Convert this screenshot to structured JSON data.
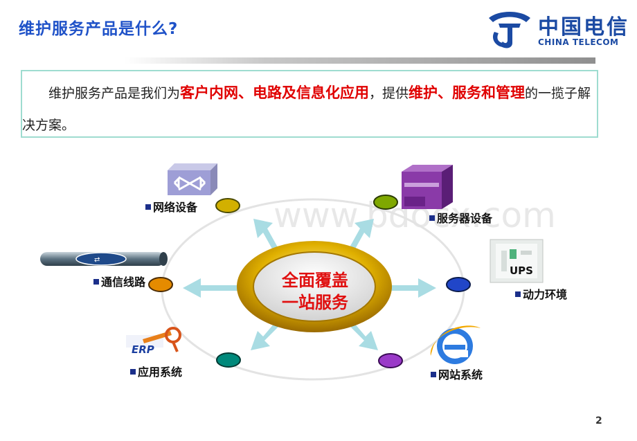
{
  "slide": {
    "title": "维护服务产品是什么?",
    "page_number": "2",
    "watermark": "www.bdocx.com"
  },
  "logo": {
    "name_cn": "中国电信",
    "name_en": "CHINA TELECOM"
  },
  "definition": {
    "part1": "维护服务产品是我们为",
    "highlight1": "客户内网、电路及信息化应用",
    "part2": "，提供",
    "highlight2": "维护、服务和管理",
    "part3": "的一揽子解决方案。"
  },
  "center": {
    "line1": "全面覆盖",
    "line2": "一站服务"
  },
  "items": {
    "network": "网络设备",
    "server": "服务器设备",
    "line": "通信线路",
    "power": "动力环境",
    "ups": "UPS",
    "app": "应用系统",
    "erp": "ERP",
    "web": "网站系统"
  },
  "colors": {
    "title": "#1f52c8",
    "highlight": "#e00000",
    "arrow": "#a9dce3",
    "ring": "#d9a400"
  }
}
